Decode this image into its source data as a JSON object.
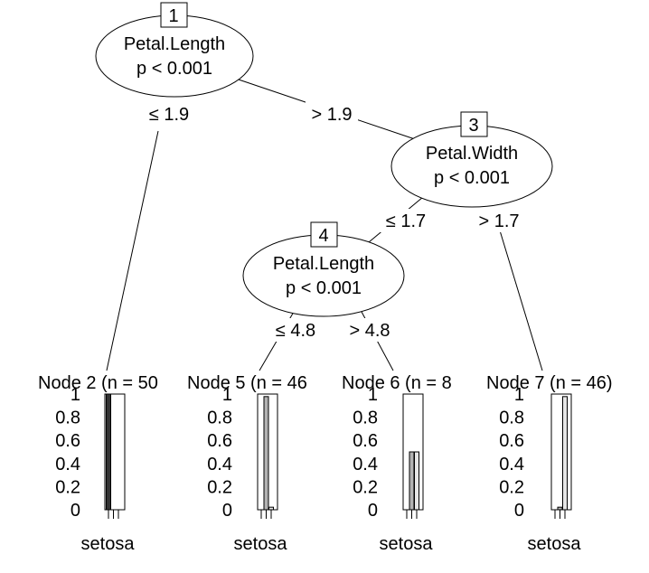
{
  "inner_nodes": [
    {
      "id": "1",
      "variable": "Petal.Length",
      "pvalue": "p < 0.001"
    },
    {
      "id": "3",
      "variable": "Petal.Width",
      "pvalue": "p < 0.001"
    },
    {
      "id": "4",
      "variable": "Petal.Length",
      "pvalue": "p < 0.001"
    }
  ],
  "edges": [
    {
      "from": "1",
      "to": "2",
      "label": "≤ 1.9"
    },
    {
      "from": "1",
      "to": "3",
      "label": "> 1.9"
    },
    {
      "from": "3",
      "to": "4",
      "label": "≤ 1.7"
    },
    {
      "from": "3",
      "to": "7",
      "label": "> 1.7"
    },
    {
      "from": "4",
      "to": "5",
      "label": "≤ 4.8"
    },
    {
      "from": "4",
      "to": "6",
      "label": "> 4.8"
    }
  ],
  "terminal_nodes": [
    {
      "id": "2",
      "title": "Node 2 (n = 50",
      "xlabel": "setosa",
      "values": [
        1.0,
        0.0,
        0.0
      ]
    },
    {
      "id": "5",
      "title": "Node 5 (n = 46",
      "xlabel": "setosa",
      "values": [
        0.0,
        0.978,
        0.022
      ]
    },
    {
      "id": "6",
      "title": "Node 6 (n = 8",
      "xlabel": "setosa",
      "values": [
        0.0,
        0.5,
        0.5
      ]
    },
    {
      "id": "7",
      "title": "Node 7 (n = 46)",
      "xlabel": "setosa",
      "values": [
        0.0,
        0.022,
        0.978
      ]
    }
  ],
  "y_ticks": [
    "1",
    "0.8",
    "0.6",
    "0.4",
    "0.2",
    "0"
  ],
  "ylim": [
    0,
    1
  ],
  "colors": {
    "bar_fill": [
      "#333333",
      "#b3b3b3",
      "#e6e6e6"
    ],
    "stroke": "#000000"
  }
}
